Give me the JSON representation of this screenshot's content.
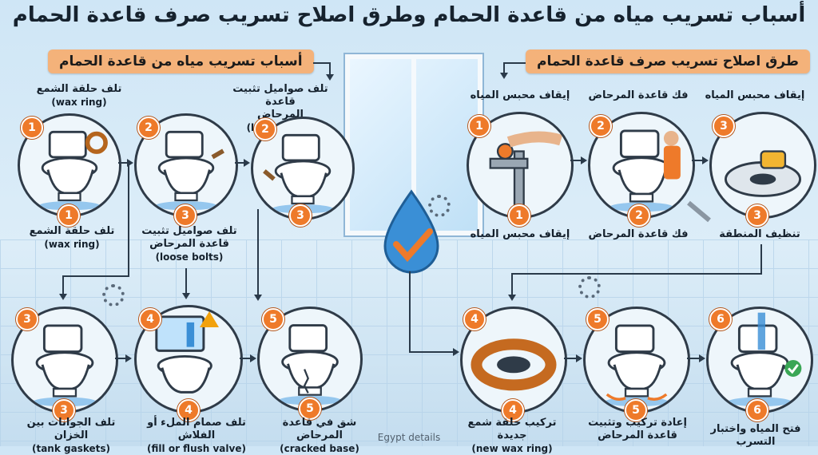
{
  "title": "أسباب تسريب مياه من قاعدة الحمام وطرق اصلاح تسريب صرف قاعدة الحمام",
  "left_section": {
    "label": "أسباب تسريب مياه من قاعدة الحمام"
  },
  "right_section": {
    "label": "طرق اصلاح تسريب صرف قاعدة الحمام"
  },
  "causes_top": [
    {
      "badge_top": "1",
      "badge_bottom": "1",
      "top_ar": "تلف حلقة الشمع",
      "top_en": "(wax ring)",
      "bottom_ar": "تلف حلقة الشمع",
      "bottom_en": "(wax ring)"
    },
    {
      "badge_top": "2",
      "badge_bottom": "3",
      "bottom_ar1": "تلف صواميل تثبيت",
      "bottom_ar2": "قاعدة المرحاض",
      "bottom_en": "(loose bolts)"
    },
    {
      "badge_top": "2",
      "badge_bottom": "3",
      "top_ar1": "تلف صواميل تثبيت قاعدة",
      "top_ar2": "المرحاض",
      "top_en": "(loose bolts)"
    }
  ],
  "causes_bottom": [
    {
      "badge_top": "3",
      "badge_bottom": "3",
      "ar": "تلف الجوانات بين الخزان",
      "en": "(tank gaskets)"
    },
    {
      "badge_top": "4",
      "badge_bottom": "4",
      "ar": "تلف صمام الملء أو الفلاش",
      "en": "(fill or flush valve)"
    },
    {
      "badge_top": "5",
      "badge_bottom": "5",
      "ar": "شق في قاعدة المرحاض",
      "en": "(cracked base)"
    }
  ],
  "fixes_top": [
    {
      "badge_top": "1",
      "badge_bottom": "1",
      "top_ar": "إيقاف محبس المياه",
      "bottom_ar": "إيقاف محبس المياه"
    },
    {
      "badge_top": "2",
      "badge_bottom": "2",
      "top_ar": "فك قاعدة المرحاض",
      "bottom_ar": "فك قاعدة المرحاض"
    },
    {
      "badge_top": "3",
      "badge_bottom": "3",
      "top_ar": "إيقاف محبس المياه",
      "bottom_ar": "تنظيف المنطقة"
    }
  ],
  "fixes_bottom": [
    {
      "badge_top": "4",
      "badge_bottom": "4",
      "ar": "تركيب حلقة شمع جديدة",
      "en": "(new wax ring)"
    },
    {
      "badge_top": "5",
      "badge_bottom": "5",
      "ar1": "إعادة تركيب وتثبيت",
      "ar2": "قاعدة المرحاض"
    },
    {
      "badge_top": "6",
      "badge_bottom": "6",
      "ar": "فتح المياه واختبار التسرب"
    }
  ],
  "footer": "Egypt details",
  "colors": {
    "accent": "#ee7a2a",
    "label_bg": "#f4b27a",
    "water": "#3a8fd6"
  }
}
